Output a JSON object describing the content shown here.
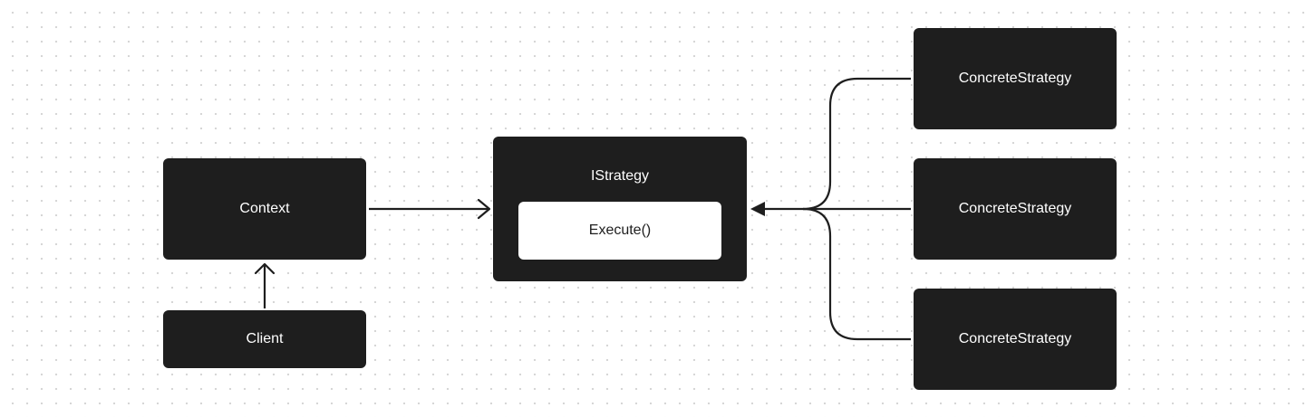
{
  "diagram": {
    "nodes": {
      "context": {
        "label": "Context"
      },
      "client": {
        "label": "Client"
      },
      "istrategy": {
        "label": "IStrategy",
        "method": "Execute()"
      },
      "concrete_strategies": [
        {
          "label": "ConcreteStrategy"
        },
        {
          "label": "ConcreteStrategy"
        },
        {
          "label": "ConcreteStrategy"
        }
      ]
    },
    "edges": [
      {
        "from": "context",
        "to": "istrategy",
        "arrow": "open"
      },
      {
        "from": "client",
        "to": "context",
        "arrow": "open"
      },
      {
        "from": "concrete_strategies",
        "to": "istrategy",
        "arrow": "filled"
      }
    ],
    "colors": {
      "node_fill": "#1e1e1e",
      "node_text": "#ffffff",
      "method_fill": "#ffffff",
      "connector": "#1e1e1e",
      "canvas_dots": "#d4d4d4"
    }
  }
}
